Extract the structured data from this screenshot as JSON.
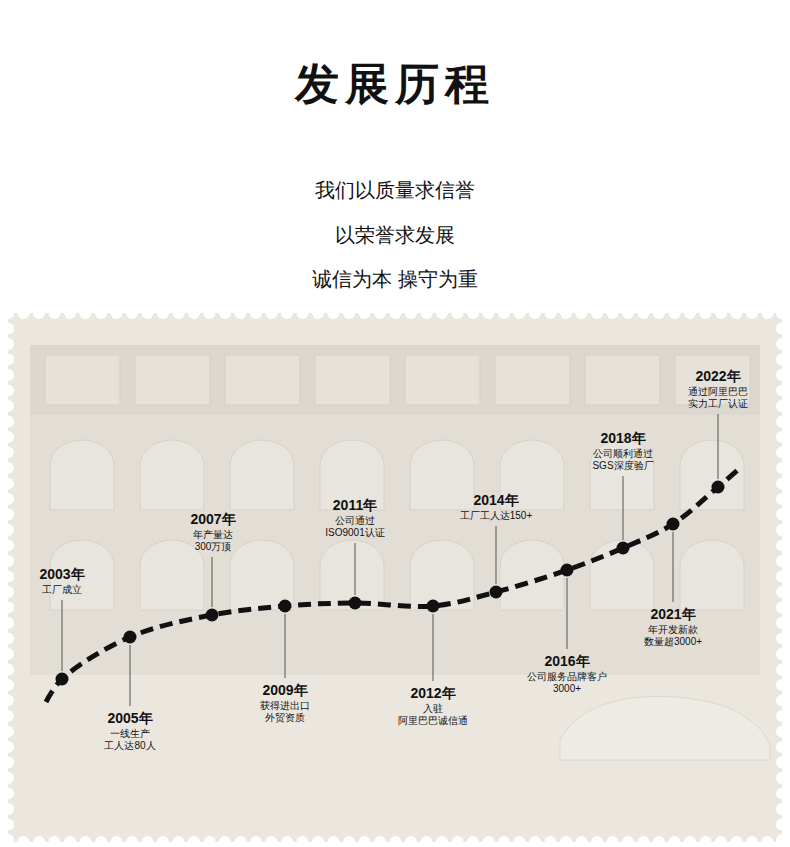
{
  "diagram": {
    "title": "发展历程",
    "labels": [
      "我们以质量求信誉",
      "以荣誉求发展",
      "诚信为本 操守为重",
      "2003年",
      "工厂成立",
      "2005年",
      "一线生产 工人达80人",
      "2007年",
      "年产量达 300万顶",
      "2009年",
      "获得进出口 外贸资质",
      "2011年",
      "公司通过 ISO9001认证",
      "2012年",
      "入驻 阿里巴巴诚信通",
      "2014年",
      "工厂工人达150+",
      "2016年",
      "公司服务品牌客户 3000+",
      "2018年",
      "公司顺利通过 SGS深度验厂",
      "2021年",
      "年开发新款 数量超3000+",
      "2022年",
      "通过阿里巴巴 实力工厂认证"
    ]
  }
}
